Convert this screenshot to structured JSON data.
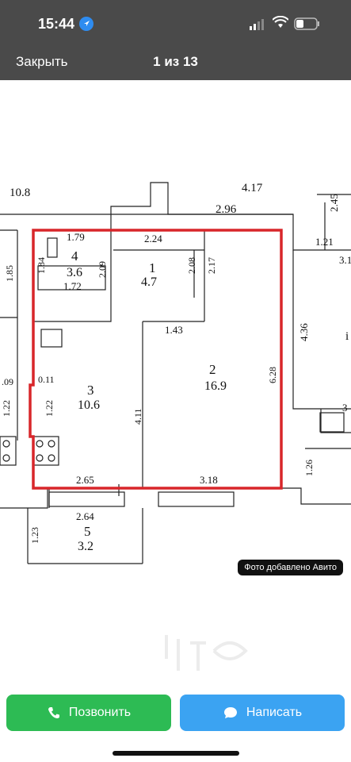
{
  "status_bar": {
    "time": "15:44"
  },
  "header": {
    "close_label": "Закрыть",
    "counter": "1 из 13"
  },
  "plan": {
    "labels": {
      "l_10_8": "10.8",
      "l_4_17": "4.17",
      "l_2_96": "2.96",
      "l_2_45": "2.45",
      "l_1_21": "1.21",
      "l_3_1": "3.1",
      "l_1_79": "1.79",
      "l_2_24": "2.24",
      "l_room4_num": "4",
      "l_room4_area": "3.6",
      "l_1_84": "1.84",
      "l_2_09": "2.09",
      "l_1_72": "1.72",
      "l_room1_num": "1",
      "l_room1_area": "4.7",
      "l_2_08": "2.08",
      "l_2_17": "2.17",
      "l_1_43": "1.43",
      "l_4_36": "4.36",
      "l_1_85": "1.85",
      "l_0_11": "0.11",
      "l_09": ".09",
      "l_1_22_left": "1.22",
      "l_1_22": "1.22",
      "l_room3_num": "3",
      "l_room3_area": "10.6",
      "l_4_11": "4.11",
      "l_room2_num": "2",
      "l_room2_area": "16.9",
      "l_6_28": "6.28",
      "l_1_26": "1.26",
      "l_2_65": "2.65",
      "l_3_18": "3.18",
      "l_2_64": "2.64",
      "l_1_23": "1.23",
      "l_room5_num": "5",
      "l_room5_area": "3.2",
      "l_right_3": "3",
      "l_right_i": "i"
    }
  },
  "watermark": "Фото добавлено Авито",
  "actions": {
    "call_label": "Позвонить",
    "message_label": "Написать"
  },
  "colors": {
    "call": "#2dbb54",
    "message": "#3ba3f2",
    "highlight": "#d8262a"
  },
  "icons": {
    "call": "phone-icon",
    "message": "chat-bubble-icon"
  }
}
